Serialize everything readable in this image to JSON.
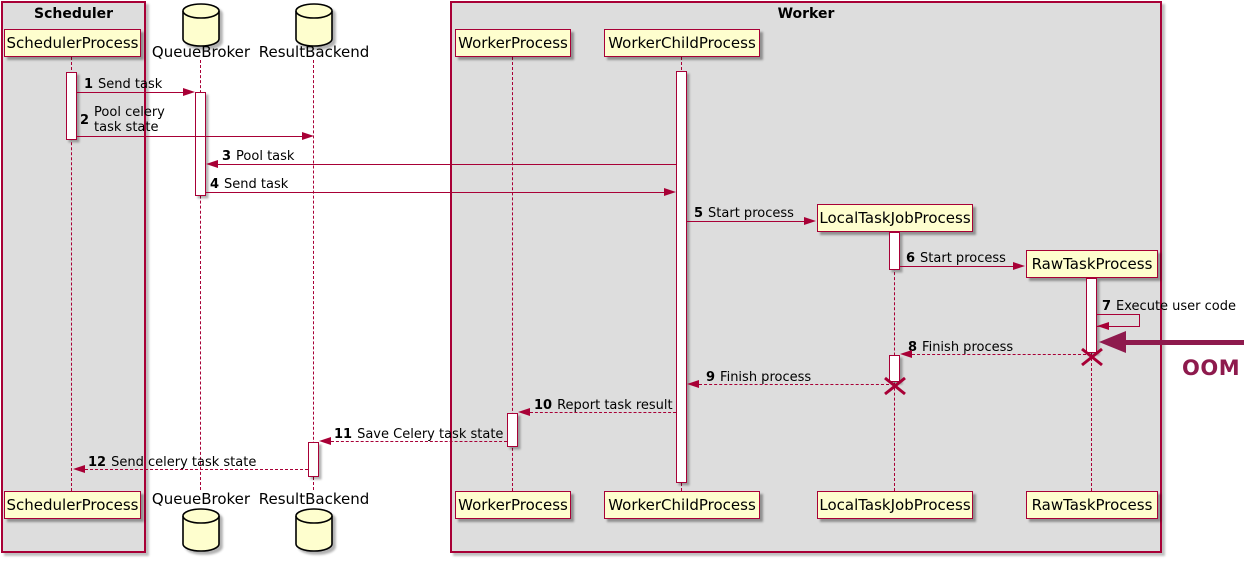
{
  "diagram": {
    "frames": [
      {
        "title": "Scheduler"
      },
      {
        "title": "Worker"
      }
    ],
    "participants": [
      {
        "name": "SchedulerProcess",
        "type": "box",
        "group": "Scheduler"
      },
      {
        "name": "QueueBroker",
        "type": "database",
        "group": null
      },
      {
        "name": "ResultBackend",
        "type": "database",
        "group": null
      },
      {
        "name": "WorkerProcess",
        "type": "box",
        "group": "Worker"
      },
      {
        "name": "WorkerChildProcess",
        "type": "box",
        "group": "Worker"
      },
      {
        "name": "LocalTaskJobProcess",
        "type": "box",
        "group": "Worker"
      },
      {
        "name": "RawTaskProcess",
        "type": "box",
        "group": "Worker"
      }
    ],
    "messages": [
      {
        "num": "1",
        "text": "Send task",
        "from": "SchedulerProcess",
        "to": "QueueBroker",
        "style": "solid"
      },
      {
        "num": "2",
        "text": "Pool celery\ntask state",
        "from": "SchedulerProcess",
        "to": "ResultBackend",
        "style": "solid"
      },
      {
        "num": "3",
        "text": "Pool task",
        "from": "WorkerChildProcess",
        "to": "QueueBroker",
        "style": "solid"
      },
      {
        "num": "4",
        "text": "Send task",
        "from": "QueueBroker",
        "to": "WorkerChildProcess",
        "style": "solid"
      },
      {
        "num": "5",
        "text": "Start process",
        "from": "WorkerChildProcess",
        "to": "LocalTaskJobProcess",
        "style": "solid"
      },
      {
        "num": "6",
        "text": "Start process",
        "from": "LocalTaskJobProcess",
        "to": "RawTaskProcess",
        "style": "solid"
      },
      {
        "num": "7",
        "text": "Execute user code",
        "from": "RawTaskProcess",
        "to": "RawTaskProcess",
        "style": "self"
      },
      {
        "num": "8",
        "text": "Finish process",
        "from": "RawTaskProcess",
        "to": "LocalTaskJobProcess",
        "style": "dashed"
      },
      {
        "num": "9",
        "text": "Finish process",
        "from": "LocalTaskJobProcess",
        "to": "WorkerChildProcess",
        "style": "dashed"
      },
      {
        "num": "10",
        "text": "Report task result",
        "from": "WorkerChildProcess",
        "to": "WorkerProcess",
        "style": "dashed"
      },
      {
        "num": "11",
        "text": "Save Celery task state",
        "from": "WorkerProcess",
        "to": "ResultBackend",
        "style": "dashed"
      },
      {
        "num": "12",
        "text": "Send celery task state",
        "from": "ResultBackend",
        "to": "SchedulerProcess",
        "style": "dashed"
      }
    ],
    "annotation": {
      "label": "OOM"
    },
    "colors": {
      "participant_fill": "#FEFECE",
      "border": "#A80036",
      "frame_fill": "#DDDDDD",
      "annotation": "#8E1A4D",
      "text": "#000000"
    }
  }
}
